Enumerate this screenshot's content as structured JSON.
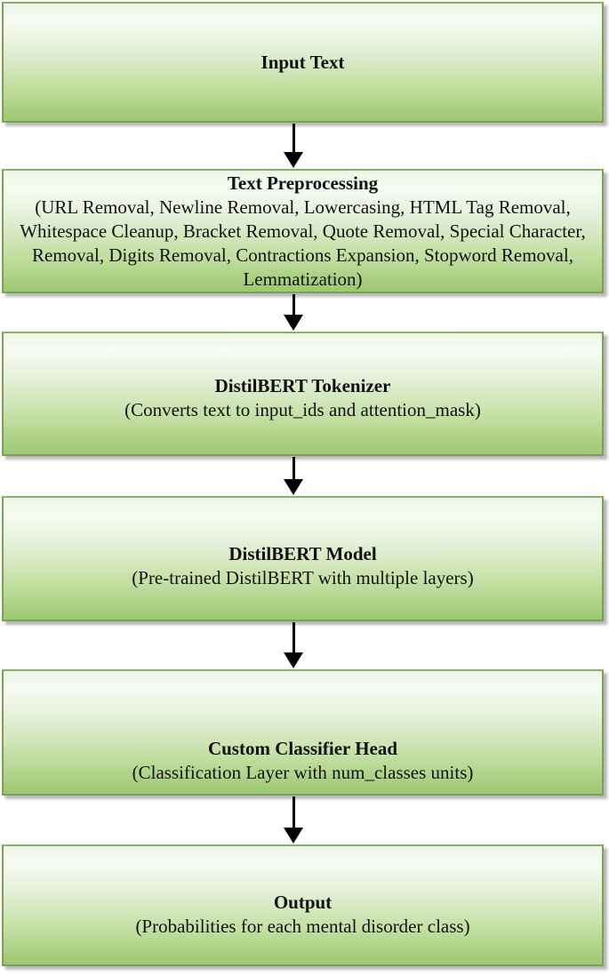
{
  "flow": {
    "boxes": [
      {
        "id": "input-text",
        "title": "Input Text",
        "subtitle": ""
      },
      {
        "id": "text-preprocessing",
        "title": "Text Preprocessing",
        "subtitle": "(URL Removal, Newline Removal, Lowercasing, HTML Tag Removal,\nWhitespace Cleanup, Bracket Removal, Quote Removal, Special Character,\nRemoval, Digits Removal, Contractions Expansion, Stopword Removal,\nLemmatization)"
      },
      {
        "id": "distilbert-tokenizer",
        "title": "DistilBERT Tokenizer",
        "subtitle": "(Converts text to input_ids and attention_mask)"
      },
      {
        "id": "distilbert-model",
        "title": "DistilBERT Model",
        "subtitle": "(Pre-trained DistilBERT with multiple layers)"
      },
      {
        "id": "custom-classifier-head",
        "title": "Custom Classifier Head",
        "subtitle": "(Classification Layer with num_classes units)"
      },
      {
        "id": "output",
        "title": "Output",
        "subtitle": "(Probabilities for each mental disorder class)"
      }
    ],
    "colors": {
      "box_fill_top": "#f7fbf4",
      "box_fill_bottom": "#9bc870",
      "box_border": "#7ba153",
      "arrow": "#000000",
      "shadow": "#b8b8b8",
      "text": "#111111"
    }
  }
}
